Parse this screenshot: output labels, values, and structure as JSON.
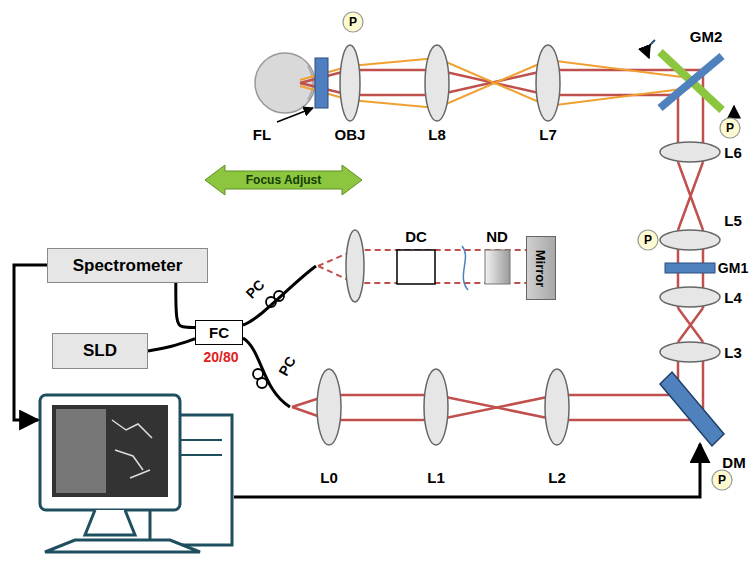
{
  "diagram": {
    "nodes": [
      {
        "text": [
          "Focus Adjust"
        ]
      },
      {
        "text": [
          "Spectrometer"
        ]
      },
      {
        "text": [
          "Mirror"
        ]
      },
      {
        "text": [
          "FC"
        ]
      },
      {
        "text": [
          "SLD"
        ]
      }
    ],
    "edges": [
      {
        "from": 1,
        "to": 3,
        "arrow": "none"
      },
      {
        "from": 4,
        "to": 3,
        "arrow": "none"
      }
    ],
    "labels": [
      "P",
      "GM2",
      "P",
      "FL",
      "OBJ",
      "L8",
      "L7",
      "L6",
      "DC",
      "ND",
      "L5",
      "P",
      "GM1",
      "20/80",
      "PC",
      "L4",
      "PC",
      "L3",
      "DM",
      "L0",
      "L1",
      "L2",
      "P"
    ]
  }
}
